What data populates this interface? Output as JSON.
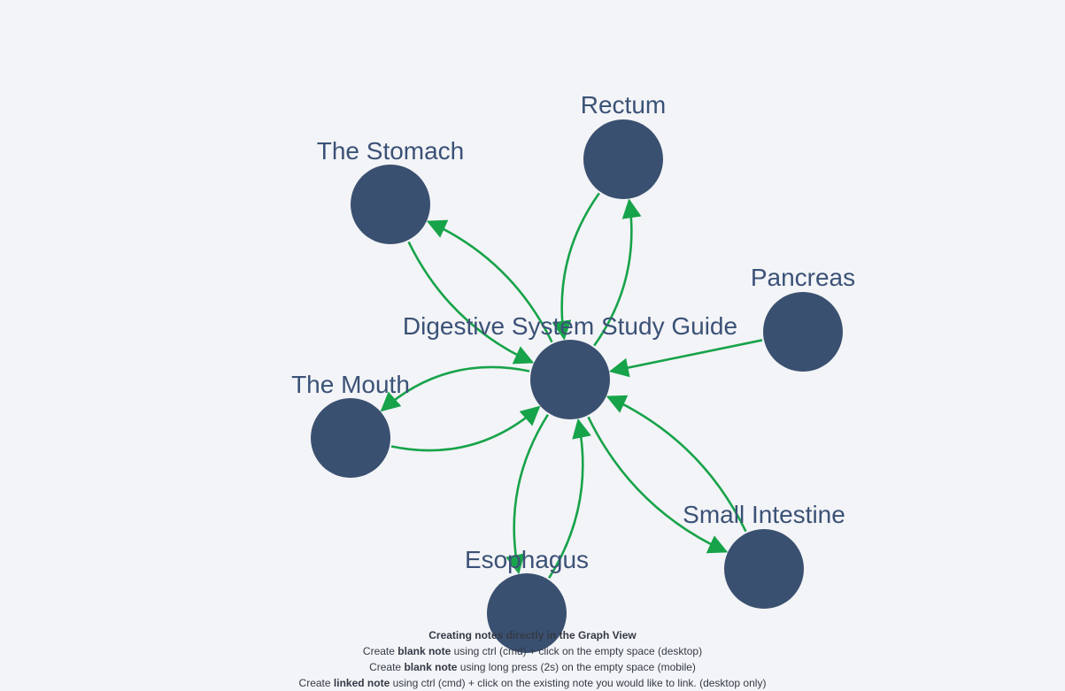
{
  "colors": {
    "background": "#f3f4f7",
    "node_fill": "#3a5070",
    "label_text": "#3b5277",
    "edge": "#17a34a",
    "help_text": "#333a45"
  },
  "graph": {
    "center_node": "Digestive System Study Guide",
    "nodes": [
      {
        "id": "guide",
        "label": "Digestive System Study Guide",
        "icon": "note-node"
      },
      {
        "id": "stomach",
        "label": "The Stomach",
        "icon": "note-node"
      },
      {
        "id": "rectum",
        "label": "Rectum",
        "icon": "note-node"
      },
      {
        "id": "pancreas",
        "label": "Pancreas",
        "icon": "note-node"
      },
      {
        "id": "mouth",
        "label": "The Mouth",
        "icon": "note-node"
      },
      {
        "id": "esophagus",
        "label": "Esophagus",
        "icon": "note-node"
      },
      {
        "id": "small",
        "label": "Small Intestine",
        "icon": "note-node"
      }
    ],
    "edges": [
      {
        "from": "stomach",
        "to": "guide"
      },
      {
        "from": "guide",
        "to": "stomach"
      },
      {
        "from": "guide",
        "to": "rectum"
      },
      {
        "from": "rectum",
        "to": "guide"
      },
      {
        "from": "pancreas",
        "to": "guide"
      },
      {
        "from": "mouth",
        "to": "guide"
      },
      {
        "from": "guide",
        "to": "mouth"
      },
      {
        "from": "esophagus",
        "to": "guide"
      },
      {
        "from": "guide",
        "to": "esophagus"
      },
      {
        "from": "small",
        "to": "guide"
      },
      {
        "from": "guide",
        "to": "small"
      }
    ]
  },
  "help": {
    "title": "Creating notes directly in the Graph View",
    "lines": [
      {
        "pre": "Create ",
        "bold": "blank note",
        "post": " using ctrl (cmd) + click on the empty space (desktop)"
      },
      {
        "pre": "Create ",
        "bold": "blank note",
        "post": " using long press (2s) on the empty space (mobile)"
      },
      {
        "pre": "Create ",
        "bold": "linked note",
        "post": " using ctrl (cmd) + click on the existing note you would like to link. (desktop only)"
      }
    ]
  }
}
